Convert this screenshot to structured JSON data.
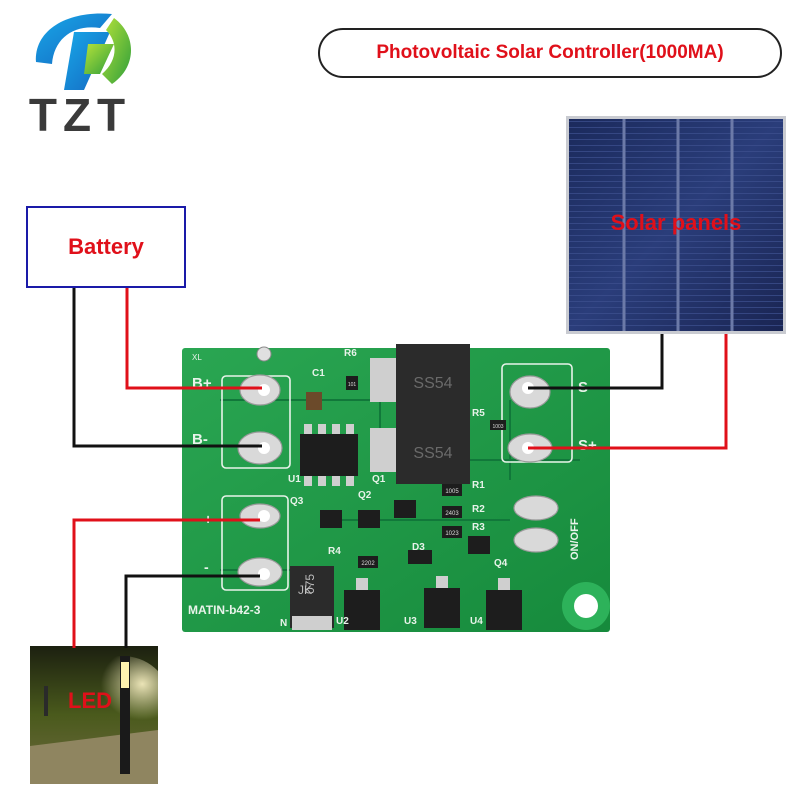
{
  "logo": {
    "text": "TZT"
  },
  "title": "Photovoltaic Solar Controller(1000MA)",
  "battery": {
    "label": "Battery"
  },
  "solar": {
    "label": "Solar panels"
  },
  "led": {
    "label": "LED"
  },
  "board": {
    "model": "MATIN-b42-3",
    "on_off": "ON/OFF",
    "xl": "XL",
    "pad_b_plus": "B+",
    "pad_b_minus": "B-",
    "pad_s_plus": "S+",
    "pad_s_minus": "S-",
    "pad_l_plus": "+",
    "pad_l_minus": "-",
    "ss54_1": "SS54",
    "ss54_2": "SS54",
    "refs": {
      "c1": "C1",
      "r6": "R6",
      "r5": "R5",
      "u1": "U1",
      "q1": "Q1",
      "q2": "Q2",
      "q3": "Q3",
      "r1": "R1",
      "r2": "R2",
      "r3": "R3",
      "r4": "R4",
      "d3": "D3",
      "q4": "Q4",
      "u2": "U2",
      "u3": "U3",
      "u4": "U4",
      "n": "N"
    },
    "smd_codes": {
      "c101": "101",
      "c1003": "1003",
      "c1005": "1005",
      "c2403": "2403",
      "c1023": "1023",
      "c2202": "2202"
    },
    "inductor": {
      "line1": "JK",
      "line2": "075"
    }
  },
  "colors": {
    "wire_red": "#e0101a",
    "wire_black": "#111111",
    "pcb": "#1f9a46",
    "accent_red": "#e0101a"
  }
}
